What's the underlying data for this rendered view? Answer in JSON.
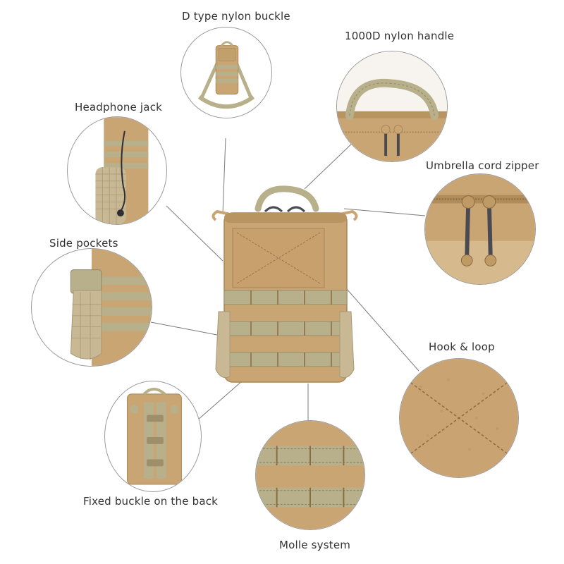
{
  "labels": {
    "d_buckle": "D type nylon buckle",
    "handle": "1000D nylon handle",
    "headphone": "Headphone jack",
    "zipper": "Umbrella cord zipper",
    "side": "Side pockets",
    "hook": "Hook & loop",
    "back": "Fixed buckle on the back",
    "molle": "Molle system"
  },
  "colors": {
    "coyote": "#c9a574",
    "coyote_dark": "#a88554",
    "webbing": "#b8b08a",
    "webbing_dark": "#8e8766",
    "mesh": "#c8b894",
    "cord": "#4a4a52"
  }
}
